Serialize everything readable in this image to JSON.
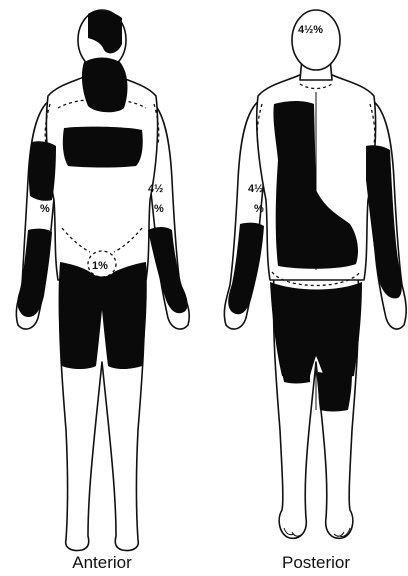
{
  "figure": {
    "views": {
      "anterior": "Anterior",
      "posterior": "Posterior"
    },
    "region_labels": {
      "anterior_arm": "4½\n%",
      "anterior_left_arm": "%",
      "genital": "1%",
      "posterior_head": "4½%",
      "posterior_arm": "4½\n%",
      "posterior_back": "%"
    },
    "colors": {
      "burn_area": "#0a0a0a",
      "outline": "#111111",
      "background": "#ffffff"
    }
  }
}
